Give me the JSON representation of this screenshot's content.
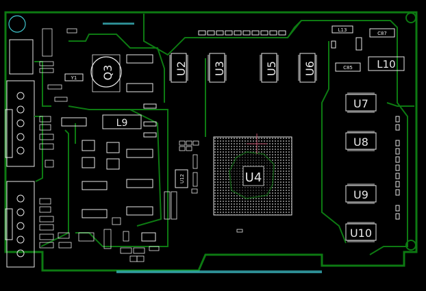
{
  "colors": {
    "background": "#000000",
    "trace": "#0d7a12",
    "silkscreen": "#e8e8e8",
    "pad": "#cfcfcf",
    "accent": "#40c8d0",
    "marker": "#c0506a"
  },
  "icons": {
    "mounting_hole": "circle-outline-icon",
    "crosshair": "crosshair-icon"
  },
  "components": {
    "u2": "U2",
    "u3": "U3",
    "u5": "U5",
    "u6": "U6",
    "u4": "U4",
    "u7": "U7",
    "u8": "U8",
    "u9": "U9",
    "u10": "U10",
    "l9": "L9",
    "l10": "L10",
    "q3": "Q3",
    "u12": "U12",
    "l13": "L13",
    "c85": "C85",
    "c87": "C87",
    "y1": "Y1"
  }
}
